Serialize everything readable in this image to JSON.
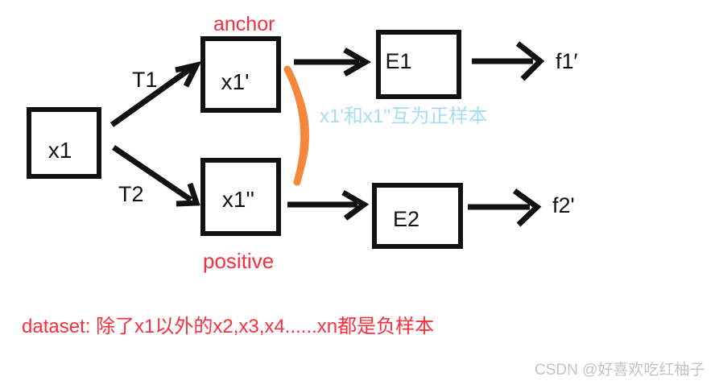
{
  "nodes": {
    "x1": "x1",
    "x1_prime": "x1'",
    "x1_double_prime": "x1''",
    "encoder1": "E1",
    "encoder2": "E2"
  },
  "labels": {
    "anchor": "anchor",
    "positive": "positive",
    "t1": "T1",
    "t2": "T2",
    "f1": "f1′",
    "f2": "f2'"
  },
  "notes": {
    "positive_pair": "x1'和x1''互为正样本",
    "dataset": "dataset: 除了x1以外的x2,x3,x4......xn都是负样本"
  },
  "watermark": {
    "text": "CSDN @好喜欢吃红柚子"
  },
  "colors": {
    "red": "#fa2e3d",
    "blue": "#a5dcf6",
    "orange": "#f6863c",
    "ink": "#111111",
    "gray": "#c3c3c3",
    "bg": "#ffffff"
  }
}
